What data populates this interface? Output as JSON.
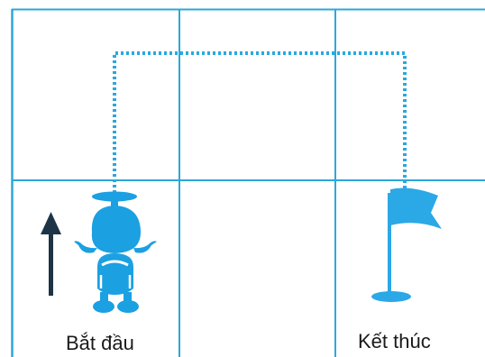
{
  "colors": {
    "grid_line": "#2ba8d8",
    "path": "#29a8e0",
    "arrow": "#1c3446",
    "robot": "#1ba0e2",
    "flag": "#2ba8e6"
  },
  "grid": {
    "rows": 2,
    "columns": 3
  },
  "labels": {
    "start": "Bắt đầu",
    "end": "Kết thúc"
  },
  "icons": {
    "direction": "up-arrow-icon",
    "character": "robot-icon",
    "goal": "flag-icon"
  }
}
